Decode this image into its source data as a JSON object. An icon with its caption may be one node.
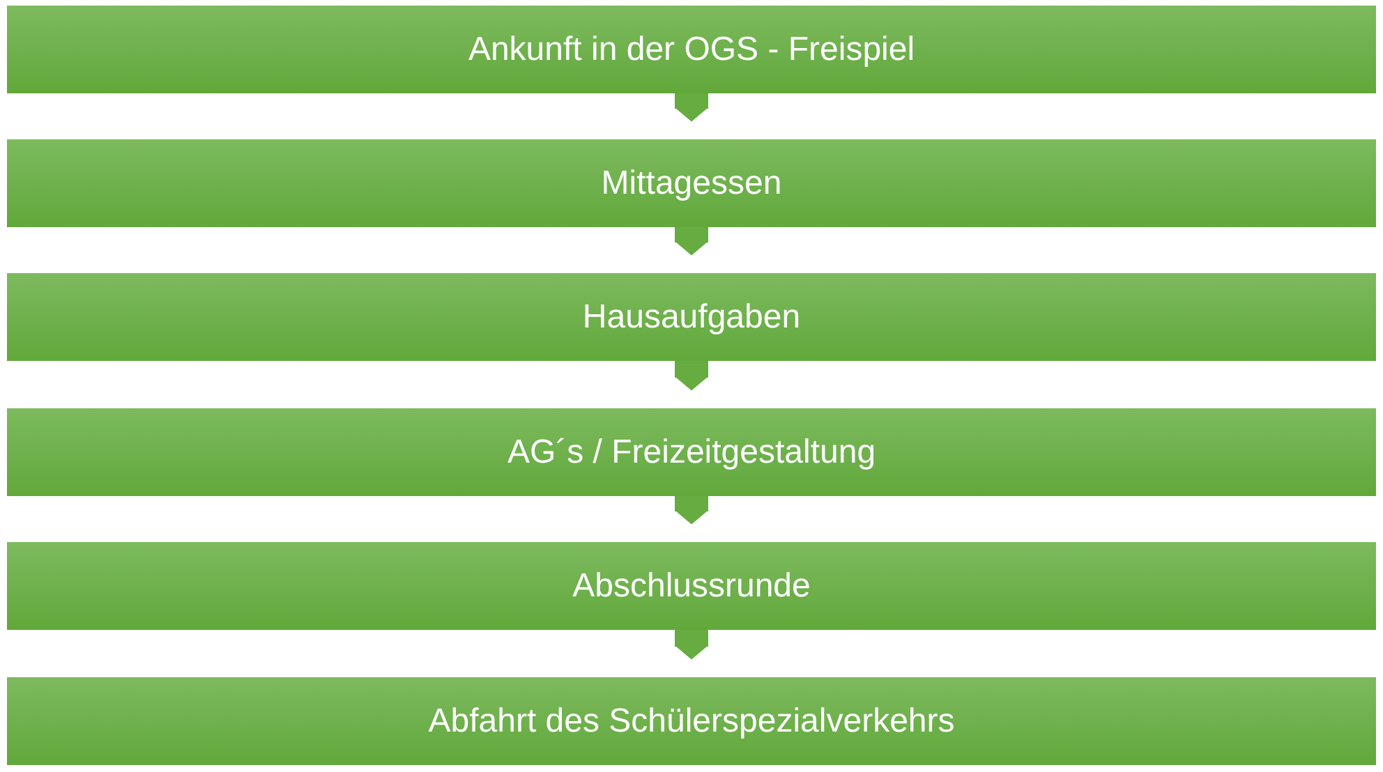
{
  "diagram": {
    "nodes": [
      {
        "text": [
          "Ankunft in der OGS - Freispiel"
        ]
      },
      {
        "text": [
          "Mittagessen"
        ]
      },
      {
        "text": [
          "Hausaufgaben"
        ]
      },
      {
        "text": [
          "AG´s / Freizeitgestaltung"
        ]
      },
      {
        "text": [
          "Abschlussrunde"
        ]
      },
      {
        "text": [
          "Abfahrt des Schülerspezialverkehrs"
        ]
      }
    ],
    "edges": [
      {
        "from": 0,
        "to": 1,
        "arrow": "to"
      },
      {
        "from": 1,
        "to": 2,
        "arrow": "to"
      },
      {
        "from": 2,
        "to": 3,
        "arrow": "to"
      },
      {
        "from": 3,
        "to": 4,
        "arrow": "to"
      },
      {
        "from": 4,
        "to": 5,
        "arrow": "to"
      }
    ]
  }
}
